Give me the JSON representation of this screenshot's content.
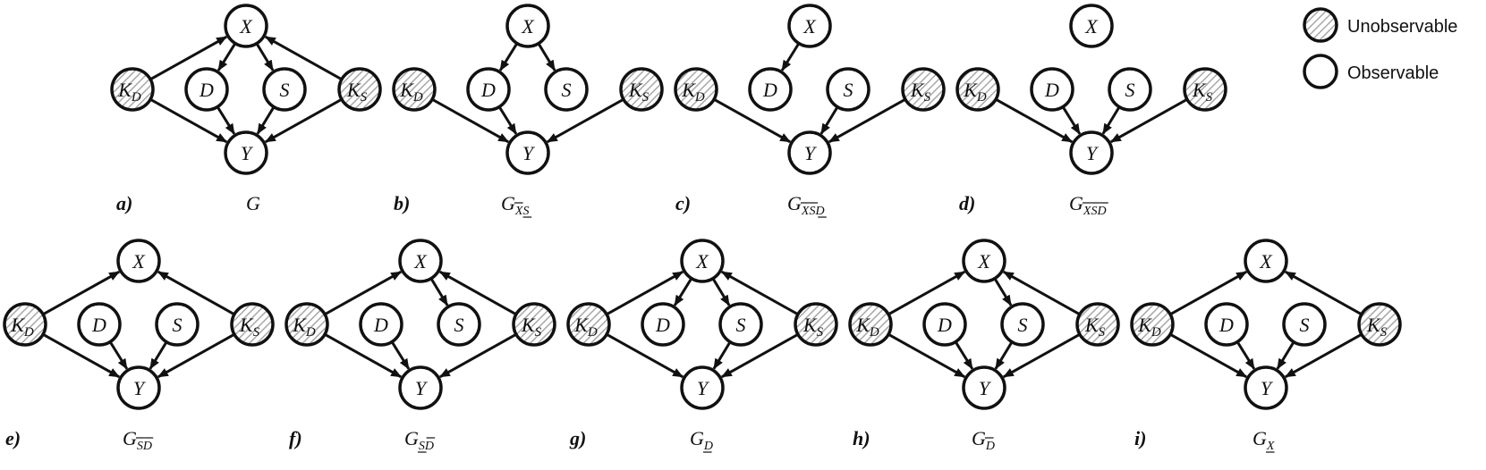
{
  "legend": {
    "unobservable_label": "Unobservable",
    "observable_label": "Observable",
    "hatch_color": "#b0b0b0"
  },
  "node_labels": {
    "X": "X",
    "D": "D",
    "S": "S",
    "Y": "Y",
    "KD": "K",
    "KD_sub": "D",
    "KS": "K",
    "KS_sub": "S"
  },
  "panels": [
    {
      "id": "a",
      "letter": "a)",
      "graph_base": "G",
      "graph_sub": "",
      "sub_marks": [],
      "edges": [
        [
          "KD",
          "X"
        ],
        [
          "KS",
          "X"
        ],
        [
          "X",
          "D"
        ],
        [
          "X",
          "S"
        ],
        [
          "D",
          "Y"
        ],
        [
          "S",
          "Y"
        ],
        [
          "KD",
          "Y"
        ],
        [
          "KS",
          "Y"
        ]
      ]
    },
    {
      "id": "b",
      "letter": "b)",
      "graph_base": "G",
      "graph_sub": "XS",
      "sub_marks": [
        {
          "char": "X",
          "over": true
        },
        {
          "char": "S",
          "under": true
        }
      ],
      "edges": [
        [
          "X",
          "D"
        ],
        [
          "X",
          "S"
        ],
        [
          "D",
          "Y"
        ],
        [
          "KD",
          "Y"
        ],
        [
          "KS",
          "Y"
        ]
      ]
    },
    {
      "id": "c",
      "letter": "c)",
      "graph_base": "G",
      "graph_sub": "XSD",
      "sub_marks": [
        {
          "char": "X",
          "over": true
        },
        {
          "char": "S",
          "over": true
        },
        {
          "char": "D",
          "under": true
        }
      ],
      "edges": [
        [
          "X",
          "D"
        ],
        [
          "S",
          "Y"
        ],
        [
          "KD",
          "Y"
        ],
        [
          "KS",
          "Y"
        ]
      ]
    },
    {
      "id": "d",
      "letter": "d)",
      "graph_base": "G",
      "graph_sub": "XSD",
      "sub_marks": [
        {
          "char": "X",
          "over": true
        },
        {
          "char": "S",
          "over": true
        },
        {
          "char": "D",
          "over": true
        }
      ],
      "edges": [
        [
          "D",
          "Y"
        ],
        [
          "S",
          "Y"
        ],
        [
          "KD",
          "Y"
        ],
        [
          "KS",
          "Y"
        ]
      ]
    },
    {
      "id": "e",
      "letter": "e)",
      "graph_base": "G",
      "graph_sub": "SD",
      "sub_marks": [
        {
          "char": "S",
          "over": true
        },
        {
          "char": "D",
          "over": true
        }
      ],
      "edges": [
        [
          "KD",
          "X"
        ],
        [
          "KS",
          "X"
        ],
        [
          "D",
          "Y"
        ],
        [
          "S",
          "Y"
        ],
        [
          "KD",
          "Y"
        ],
        [
          "KS",
          "Y"
        ]
      ]
    },
    {
      "id": "f",
      "letter": "f)",
      "graph_base": "G",
      "graph_sub": "SD",
      "sub_marks": [
        {
          "char": "S",
          "under": true
        },
        {
          "char": "D",
          "over": true
        }
      ],
      "edges": [
        [
          "KD",
          "X"
        ],
        [
          "KS",
          "X"
        ],
        [
          "X",
          "S"
        ],
        [
          "D",
          "Y"
        ],
        [
          "KD",
          "Y"
        ],
        [
          "KS",
          "Y"
        ]
      ]
    },
    {
      "id": "g",
      "letter": "g)",
      "graph_base": "G",
      "graph_sub": "D",
      "sub_marks": [
        {
          "char": "D",
          "under": true
        }
      ],
      "edges": [
        [
          "KD",
          "X"
        ],
        [
          "KS",
          "X"
        ],
        [
          "X",
          "D"
        ],
        [
          "X",
          "S"
        ],
        [
          "S",
          "Y"
        ],
        [
          "KD",
          "Y"
        ],
        [
          "KS",
          "Y"
        ]
      ]
    },
    {
      "id": "h",
      "letter": "h)",
      "graph_base": "G",
      "graph_sub": "D",
      "sub_marks": [
        {
          "char": "D",
          "over": true
        }
      ],
      "edges": [
        [
          "KD",
          "X"
        ],
        [
          "KS",
          "X"
        ],
        [
          "X",
          "S"
        ],
        [
          "D",
          "Y"
        ],
        [
          "S",
          "Y"
        ],
        [
          "KD",
          "Y"
        ],
        [
          "KS",
          "Y"
        ]
      ]
    },
    {
      "id": "i",
      "letter": "i)",
      "graph_base": "G",
      "graph_sub": "X",
      "sub_marks": [
        {
          "char": "X",
          "under": true
        }
      ],
      "edges": [
        [
          "KD",
          "X"
        ],
        [
          "KS",
          "X"
        ],
        [
          "D",
          "Y"
        ],
        [
          "S",
          "Y"
        ],
        [
          "KD",
          "Y"
        ],
        [
          "KS",
          "Y"
        ]
      ]
    }
  ]
}
